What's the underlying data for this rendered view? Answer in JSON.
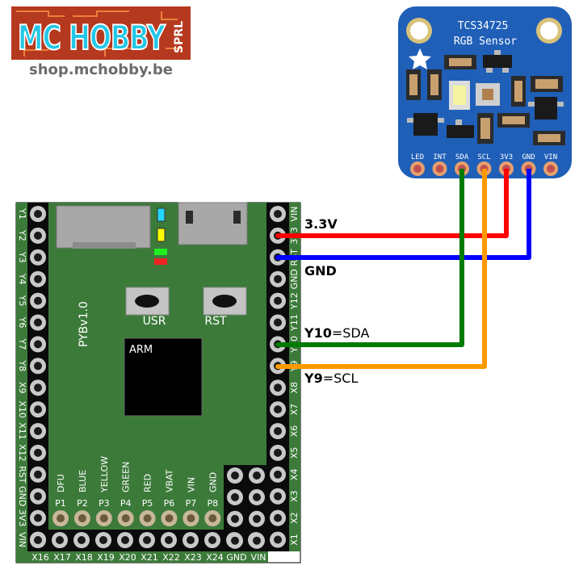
{
  "logo": {
    "brand": "MC HOBBY",
    "suffix": "SPRL",
    "website": "shop.mchobby.be"
  },
  "sensor": {
    "name": "TCS34725",
    "subtitle": "RGB Sensor",
    "pins": [
      "LED",
      "INT",
      "SDA",
      "SCL",
      "3V3",
      "GND",
      "VIN"
    ]
  },
  "board": {
    "version": "PYBv1.0",
    "usr_label": "USR",
    "rst_label": "RST",
    "chip_label": "ARM",
    "left_pins": [
      "Y1",
      "Y2",
      "Y3",
      "Y4",
      "Y5",
      "Y6",
      "Y7",
      "Y8",
      "X9",
      "X10",
      "X11",
      "X12",
      "RST",
      "GND",
      "3V3",
      "VIN"
    ],
    "right_pins": [
      "VIN",
      "3V3",
      "RST",
      "GND",
      "Y12",
      "Y11",
      "Y10",
      "Y9",
      "X8",
      "X7",
      "X6",
      "X5",
      "X4",
      "X3",
      "X2",
      "X1"
    ],
    "bottom_pins": [
      "X16",
      "X17",
      "X18",
      "X19",
      "X20",
      "X21",
      "X22",
      "X23",
      "X24",
      "GND",
      "VIN"
    ],
    "p_labels": [
      "DFU",
      "BLUE",
      "YELLOW",
      "GREEN",
      "RED",
      "VBAT",
      "VIN",
      "GND"
    ],
    "p_pins": [
      "P1",
      "P2",
      "P3",
      "P4",
      "P5",
      "P6",
      "P7",
      "P8"
    ]
  },
  "wires": {
    "power_label": "3.3V",
    "gnd_label": "GND",
    "sda_bold": "Y10",
    "sda_rest": "=SDA",
    "scl_bold": "Y9",
    "scl_rest": "=SCL"
  },
  "colors": {
    "board_green": "#3c7a3a",
    "header_black": "#0b0b0b",
    "sensor_blue": "#1f5fb8",
    "wire_red": "#ff0000",
    "wire_blue": "#0000ff",
    "wire_green": "#007a00",
    "wire_orange": "#ff9900"
  }
}
